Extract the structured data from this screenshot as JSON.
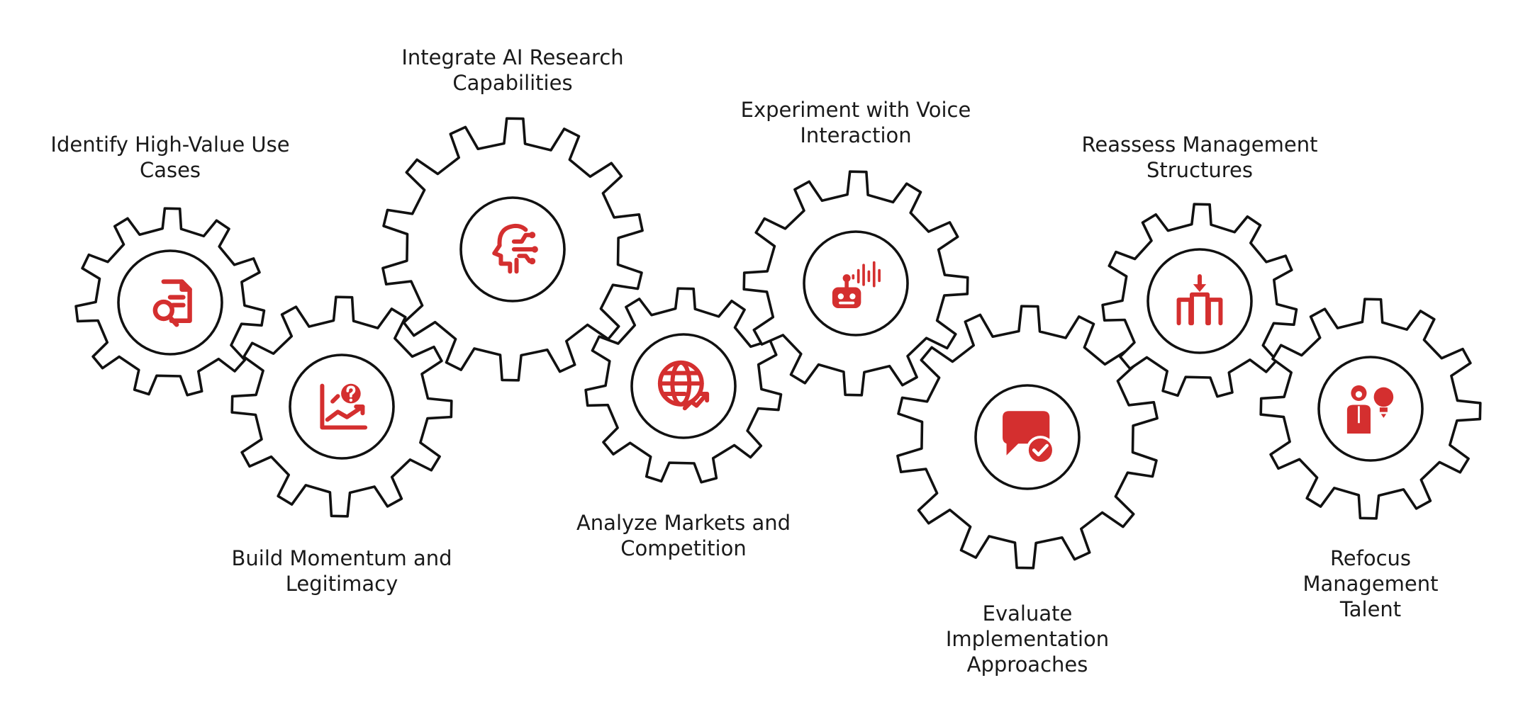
{
  "colors": {
    "accent": "#d42f2f",
    "outline": "#111111",
    "background": "#ffffff"
  },
  "steps": [
    {
      "label": "Identify High-Value Use\nCases",
      "icon": "document-search-icon"
    },
    {
      "label": "Build Momentum and\nLegitimacy",
      "icon": "chart-question-icon"
    },
    {
      "label": "Integrate AI Research\nCapabilities",
      "icon": "ai-head-circuit-icon"
    },
    {
      "label": "Analyze Markets and\nCompetition",
      "icon": "globe-trend-icon"
    },
    {
      "label": "Experiment with Voice\nInteraction",
      "icon": "robot-voice-icon"
    },
    {
      "label": "Evaluate\nImplementation\nApproaches",
      "icon": "speech-bubble-check-icon"
    },
    {
      "label": "Reassess Management\nStructures",
      "icon": "org-structure-icon"
    },
    {
      "label": "Refocus Management\nTalent",
      "icon": "person-idea-icon"
    }
  ]
}
